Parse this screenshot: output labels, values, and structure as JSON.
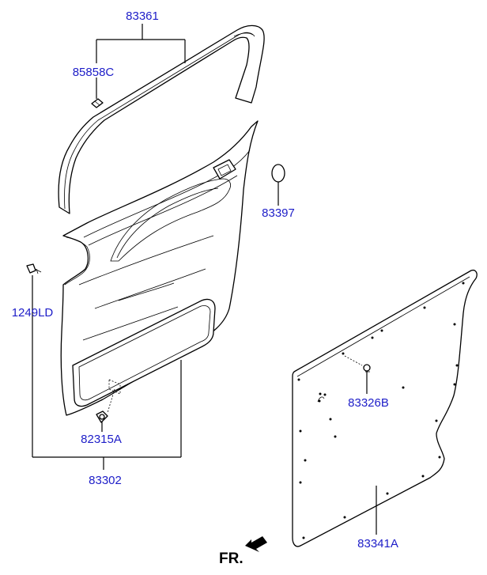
{
  "labels": {
    "weatherstrip": "83361",
    "clip_c": "85858C",
    "door_trim": "83302",
    "pull_cover": "83397",
    "screw": "1249LD",
    "fastener": "82315A",
    "sealing_cover": "83341A",
    "retainer": "83326B"
  },
  "direction": "FR."
}
